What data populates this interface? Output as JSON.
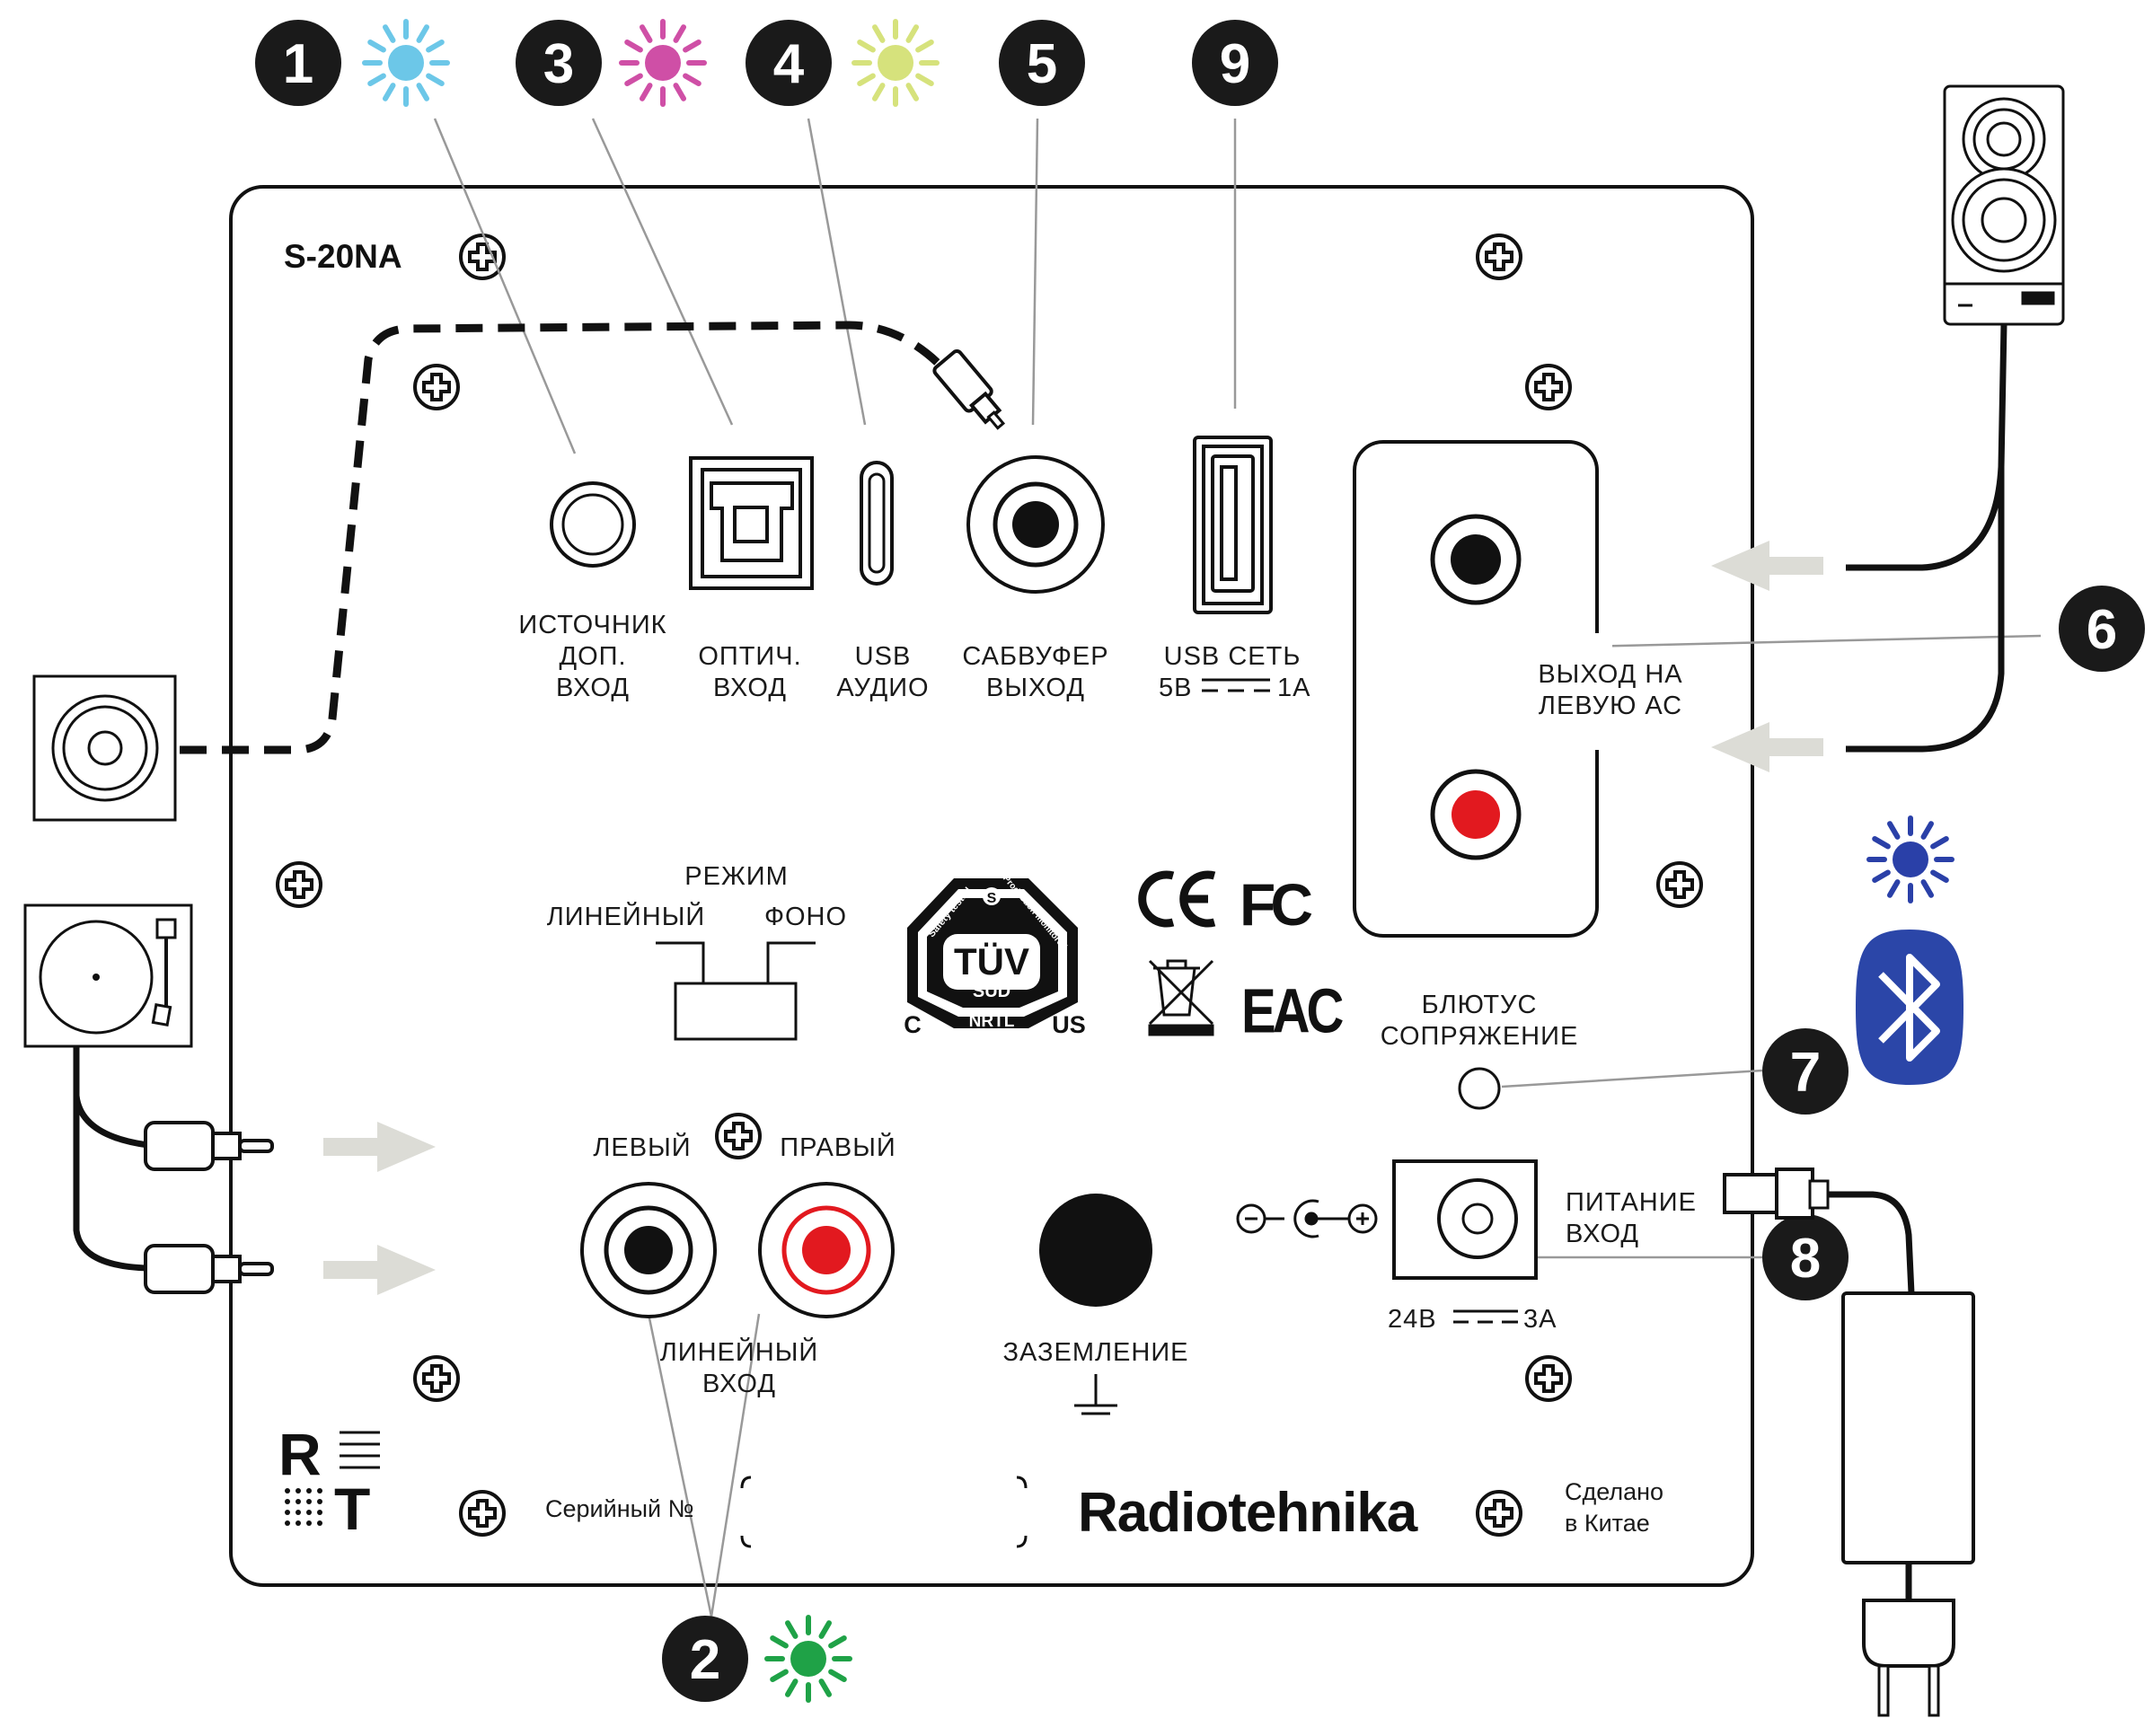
{
  "model": "S-20NA",
  "brand": "Radiotehnika",
  "logo_text": {
    "r": "R",
    "t": "T"
  },
  "serial_label": "Серийный №",
  "made_in": [
    "Сделано",
    "в Китае"
  ],
  "callouts": [
    "1",
    "2",
    "3",
    "4",
    "5",
    "6",
    "7",
    "8",
    "9"
  ],
  "ports": {
    "aux": [
      "ИСТОЧНИК",
      "ДОП.",
      "ВХОД"
    ],
    "optical": [
      "ОПТИЧ.",
      "ВХОД"
    ],
    "usb_audio": [
      "USB",
      "АУДИО"
    ],
    "subwoofer": [
      "САБВУФЕР",
      "ВЫХОД"
    ],
    "usb_power": [
      "USB СЕТЬ",
      "5В",
      "1А"
    ],
    "speaker_out": [
      "ВЫХОД НА",
      "ЛЕВУЮ АС"
    ],
    "mode": {
      "title": "РЕЖИМ",
      "left": "ЛИНЕЙНЫЙ",
      "right": "ФОНО"
    },
    "line_in": {
      "left": "ЛЕВЫЙ",
      "right": "ПРАВЫЙ",
      "label": [
        "ЛИНЕЙНЫЙ",
        "ВХОД"
      ]
    },
    "ground": "ЗАЗЕМЛЕНИЕ",
    "bluetooth": [
      "БЛЮТУС",
      "СОПРЯЖЕНИЕ"
    ],
    "power_in": [
      "ПИТАНИЕ",
      "ВХОД"
    ],
    "power_rating": [
      "24В",
      "3А"
    ]
  },
  "certs": {
    "tuv": "TÜV",
    "sud": "SÜD",
    "nrtl": "NRTL",
    "c": "C",
    "us": "US",
    "safety": "Safety tested",
    "production": "Production monitored",
    "ce": "CE",
    "fc": "FC",
    "eac": "EAC"
  },
  "colors": {
    "aux_led": "#6cc7e8",
    "phono_led": "#1fa247",
    "optical_led": "#cf4fa6",
    "usb_led": "#d6e27c",
    "bt_led": "#2a40a8",
    "bluetooth": "#2b46a8",
    "red_jack": "#e2191f",
    "arrow": "#dcdcd6"
  },
  "icons": [
    "led-icon",
    "bluetooth-icon",
    "ground-icon",
    "polarity-icon",
    "speaker-icon",
    "turntable-icon",
    "subwoofer-icon",
    "power-adapter-icon",
    "screw-icon"
  ]
}
